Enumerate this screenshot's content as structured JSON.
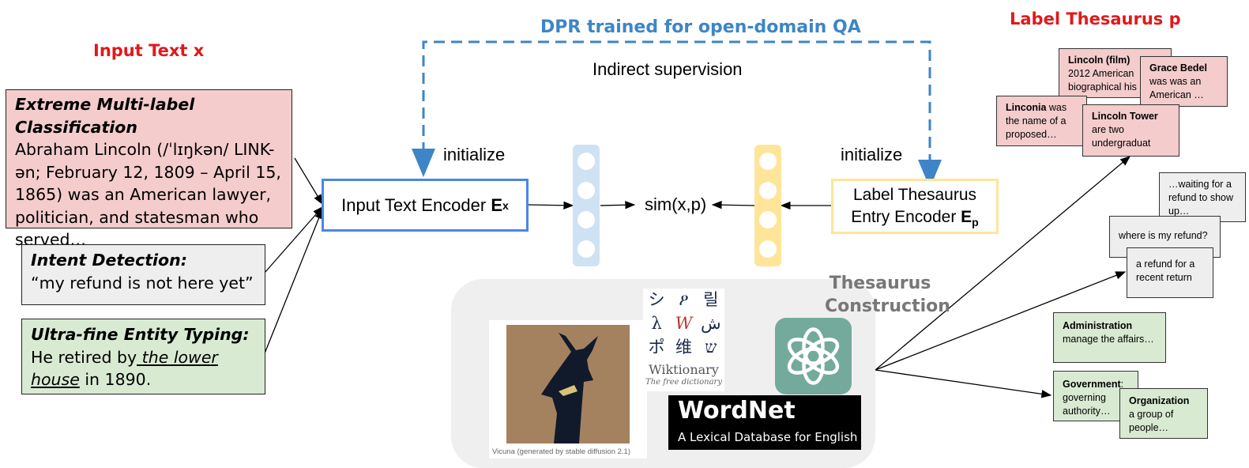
{
  "input_title": "Input Text x",
  "thesaurus_title": "Label Thesaurus p",
  "dpr_label": "DPR trained for open-domain QA",
  "indirect_label": "Indirect supervision",
  "initialize_left": "initialize",
  "initialize_right": "initialize",
  "encoder_x": {
    "text": "Input Text Encoder ",
    "bold": "E",
    "sub": "x"
  },
  "encoder_p": {
    "line1": "Label Thesaurus",
    "line2": "Entry Encoder ",
    "bold": "E",
    "sub": "p"
  },
  "sim_label": "sim(x,p)",
  "construction_label_1": "Thesaurus",
  "construction_label_2": "Construction",
  "inputs": [
    {
      "heading": "Extreme Multi-label Classification",
      "body": "Abraham Lincoln (/ˈlɪŋkən/ LINK-ən; February 12, 1809 – April 15, 1865) was an American lawyer, politician, and statesman who served…"
    },
    {
      "heading": "Intent Detection:",
      "body": "“my refund is not here yet”"
    },
    {
      "heading": "Ultra-fine Entity Typing:",
      "body_pre": "He retired by",
      "body_u": " the lower house",
      "body_post": " in 1890."
    }
  ],
  "cards": {
    "lincoln_film": {
      "title": "Lincoln (film)",
      "body": "2012 American biographical his"
    },
    "grace_bedel": {
      "title": "Grace Bedel",
      "body": "was was an American …"
    },
    "linconia": {
      "title": "Linconia",
      "body": " was the name of a proposed…"
    },
    "lincoln_tower": {
      "title": "Lincoln Tower",
      "body": "are two undergraduat"
    },
    "waiting": {
      "body": "…waiting for a refund to show up…"
    },
    "where_refund": {
      "body": "where is my refund?"
    },
    "refund_return": {
      "body": "a refund for a recent return"
    },
    "administration": {
      "title": "Administration",
      "body": "manage the affairs…"
    },
    "government": {
      "title": "Government",
      "colon": ":",
      "body": "governing authority…"
    },
    "organization": {
      "title": "Organization",
      "body": "a group of people…"
    }
  },
  "sources": {
    "vicuna_caption": "Vicuna (generated by stable diffusion 2.1)",
    "wiktionary_name": "Wiktionary",
    "wiktionary_tagline": "The free dictionary",
    "wiktionary_glyphs": [
      "シ",
      "ዖ",
      "릴",
      "λ",
      "W",
      "ش",
      "ポ",
      "维",
      "ש"
    ],
    "wordnet_name": "WordNet",
    "wordnet_tagline": "A Lexical Database for English"
  },
  "colors": {
    "red": "#e0191c",
    "blue": "#4a86e8",
    "dpr_blue": "#3d85c6",
    "yellow": "#ffe599",
    "pink": "#f4cccc",
    "gray": "#eeeeee",
    "green": "#d9ead3",
    "chatgpt": "#74aa9c"
  }
}
